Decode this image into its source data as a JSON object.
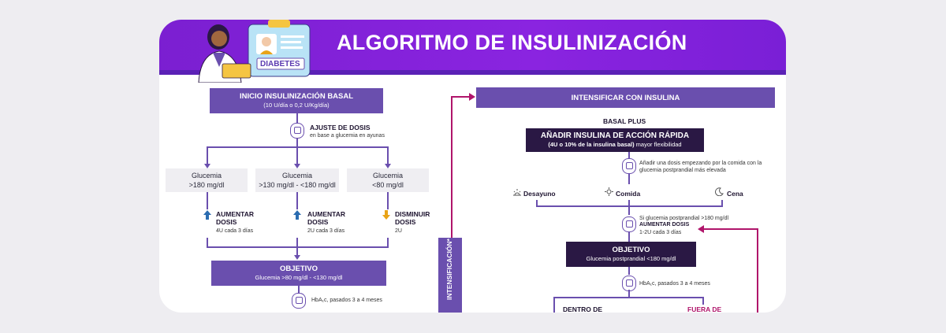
{
  "header": {
    "title": "ALGORITMO DE INSULINIZACIÓN",
    "badge": "DIABETES"
  },
  "left": {
    "start_title": "INICIO INSULINIZACIÓN BASAL",
    "start_sub": "(10 U/día  o  0,2 U/Kg/día)",
    "adjust_title": "AJUSTE DE DOSIS",
    "adjust_sub": "en base a glucemia en ayunas",
    "cases": [
      {
        "label": "Glucemia",
        "value": ">180 mg/dl",
        "action1": "AUMENTAR",
        "action2": "DOSIS",
        "detail": "4U cada 3 días"
      },
      {
        "label": "Glucemia",
        "value": ">130 mg/dl - <180 mg/dl",
        "action1": "AUMENTAR",
        "action2": "DOSIS",
        "detail": "2U cada 3 días"
      },
      {
        "label": "Glucemia",
        "value": "<80 mg/dl",
        "action1": "DISMINUIR",
        "action2": "DOSIS",
        "detail": "2U"
      }
    ],
    "objective_title": "OBJETIVO",
    "objective_sub": "Glucemia >80 mg/dl - <130 mg/dl",
    "hba_note": "HbA₁c, pasados 3 a 4 meses"
  },
  "middle": {
    "vertical_label": "INTENSIFICACIÓN*"
  },
  "right": {
    "intensify_title": "INTENSIFICAR CON INSULINA",
    "basal_plus": "BASAL PLUS",
    "add_title": "AÑADIR INSULINA DE ACCIÓN RÁPIDA",
    "add_sub_bold": "(4U o 10% de la insulina basal)",
    "add_sub": " mayor flexibilidad",
    "add_note": "Añadir una dosis empezando por la comida con la glucemia postprandial más elevada",
    "meals": [
      "Desayuno",
      "Comida",
      "Cena"
    ],
    "increase_note": "Si glucemia postprandial >180 mg/dl",
    "increase_title": "AUMENTAR DOSIS",
    "increase_detail": "1-2U cada 3 días",
    "objective_title": "OBJETIVO",
    "objective_sub": "Glucemia  postprandial <180 mg/dl",
    "hba_note": "HbA₁c, pasados 3 a 4 meses",
    "within": "DENTRO DE",
    "outside": "FUERA DE"
  },
  "colors": {
    "purple": "#6a4fae",
    "dark": "#2a1844",
    "magenta": "#b0156b",
    "header": "#7b1fd1",
    "arrow_up": "#2b6cb0",
    "arrow_down": "#e8a317"
  }
}
